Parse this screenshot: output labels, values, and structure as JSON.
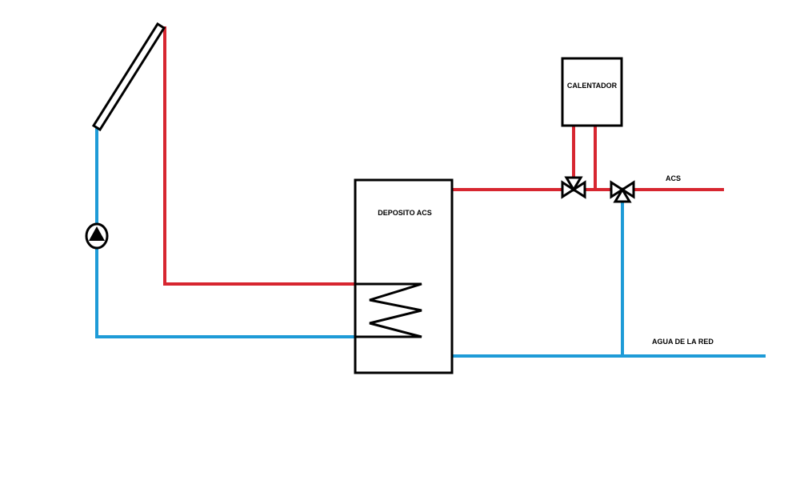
{
  "labels": {
    "tank": "DEPOSITO ACS",
    "heater": "CALENTADOR",
    "hot_outlet": "ACS",
    "mains": "AGUA DE LA RED"
  },
  "colors": {
    "hot_pipe": "#d72630",
    "cold_pipe": "#1e9bd7",
    "outline": "#000000",
    "background": "#ffffff"
  },
  "components": {
    "collector": "solar-panel-icon",
    "pump": "circulation-pump-icon",
    "coil": "heat-exchanger-coil-icon",
    "valve_1": "three-way-valve-icon",
    "valve_2": "three-way-valve-icon"
  }
}
